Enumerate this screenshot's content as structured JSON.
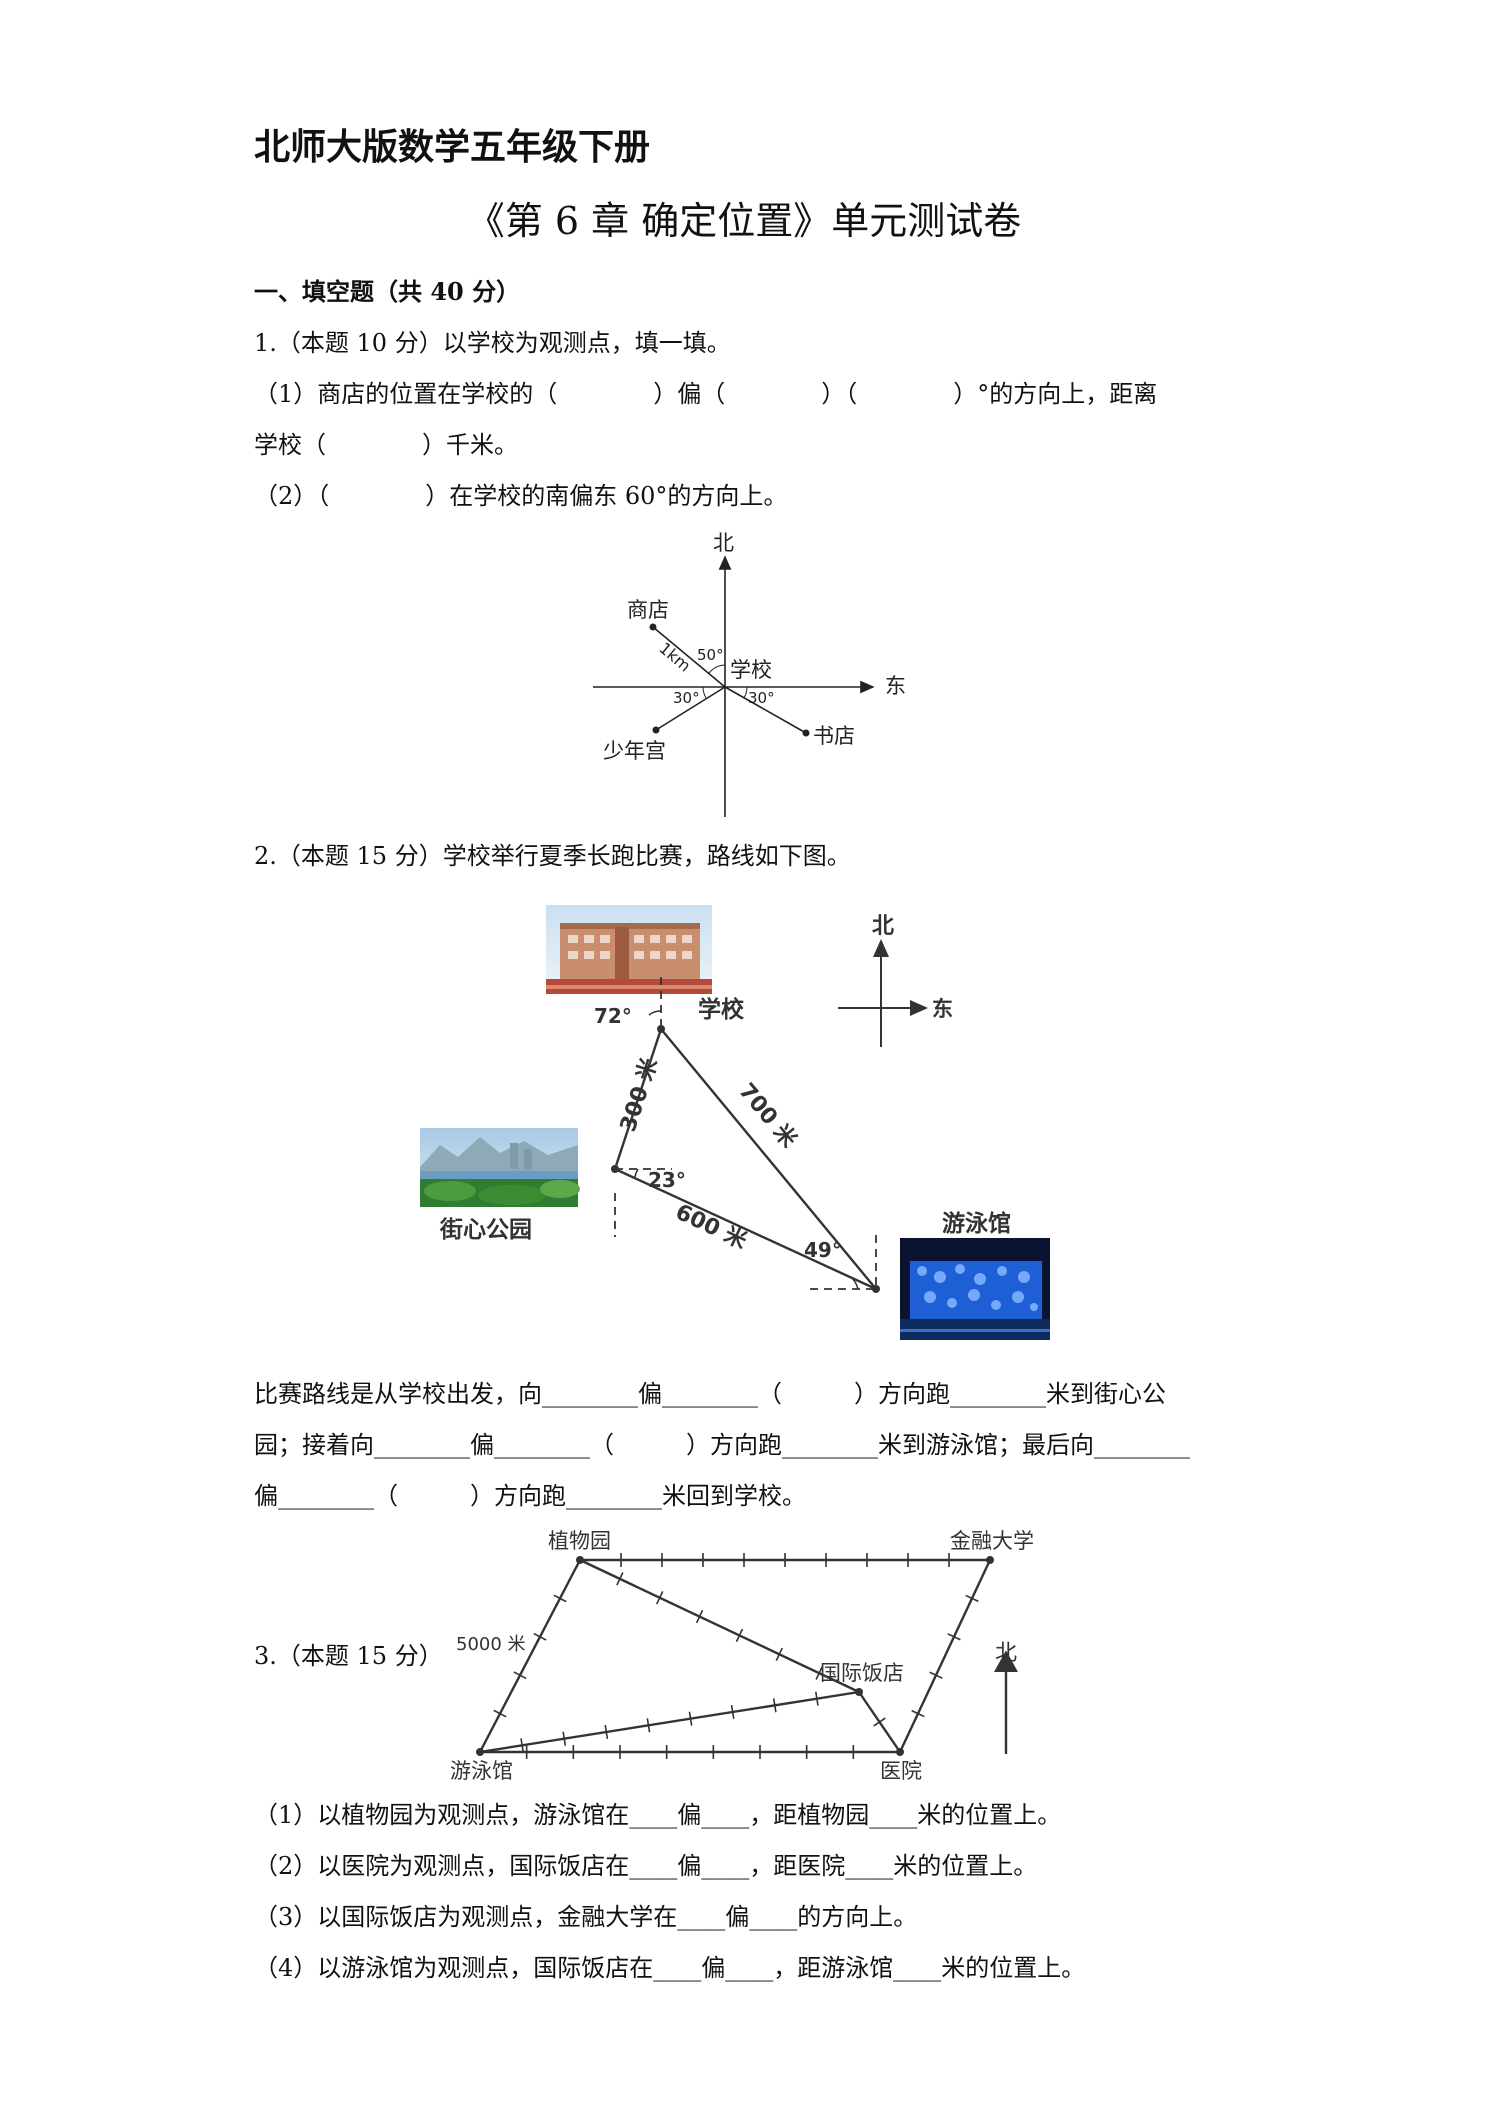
{
  "header": {
    "title": "北师大版数学五年级下册",
    "subtitle": "《第 6 章  确定位置》单元测试卷"
  },
  "section1": {
    "heading": "一、填空题（共 40 分）"
  },
  "q1": {
    "stem": "1.（本题 10 分）以学校为观测点，填一填。",
    "part1_line1": "（1）商店的位置在学校的（　　　　）偏（　　　　）（　　　　）°的方向上，距离",
    "part1_line2": "学校（　　　　）千米。",
    "part2": "（2）（　　　　）在学校的南偏东 60°的方向上。",
    "figure": {
      "north": "北",
      "east": "东",
      "school": "学校",
      "shop": "商店",
      "bookstore": "书店",
      "youth_palace": "少年宫",
      "dist": "1km",
      "angle_shop": "50°",
      "angle_left": "30°",
      "angle_right": "30°"
    }
  },
  "q2": {
    "stem": "2.（本题 15 分）学校举行夏季长跑比赛，路线如下图。",
    "figure": {
      "north": "北",
      "east": "东",
      "school": "学校",
      "park": "街心公园",
      "pool": "游泳馆",
      "d_school_park": "300 米",
      "d_school_pool": "700 米",
      "d_park_pool": "600 米",
      "angle_school": "72°",
      "angle_park": "23°",
      "angle_pool": "49°"
    },
    "answer_line1": "比赛路线是从学校出发，向________偏________（　　　）方向跑________米到街心公",
    "answer_line2": "园；接着向________偏________（　　　）方向跑________米到游泳馆；最后向________",
    "answer_line3": "偏________（　　　）方向跑________米回到学校。"
  },
  "q3": {
    "stem": "3.（本题 15 分）",
    "figure": {
      "garden": "植物园",
      "university": "金融大学",
      "hotel": "国际饭店",
      "pool": "游泳馆",
      "hospital": "医院",
      "scale": "5000 米",
      "north": "北"
    },
    "part1": "（1）以植物园为观测点，游泳馆在____偏____，距植物园____米的位置上。",
    "part2": "（2）以医院为观测点，国际饭店在____偏____，距医院____米的位置上。",
    "part3": "（3）以国际饭店为观测点，金融大学在____偏____的方向上。",
    "part4": "（4）以游泳馆为观测点，国际饭店在____偏____，距游泳馆____米的位置上。"
  }
}
